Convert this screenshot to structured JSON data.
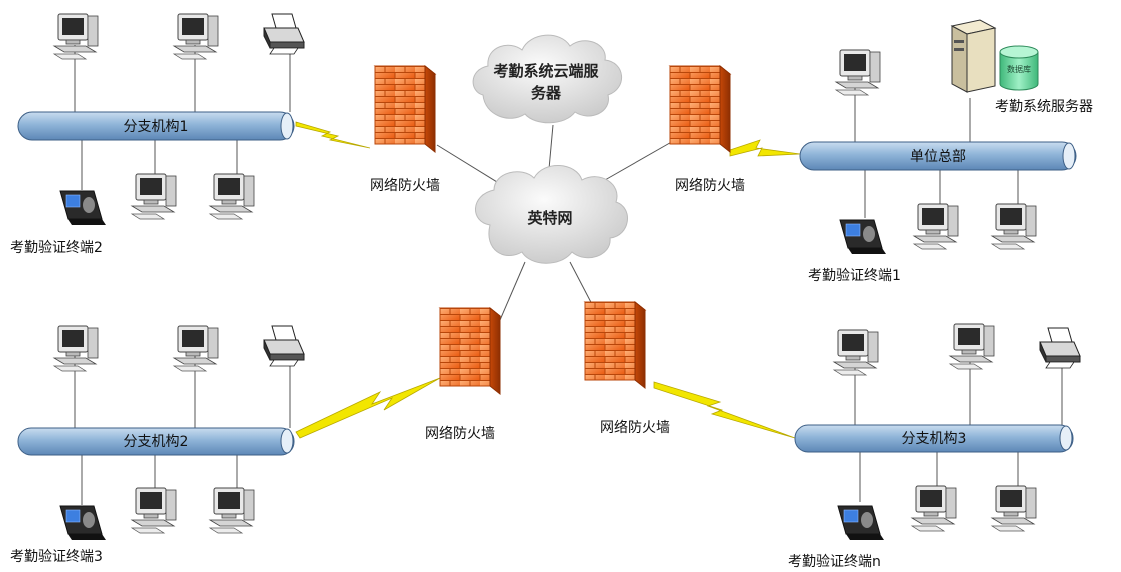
{
  "colors": {
    "bus": "#8fb4d8",
    "firewall": "#f26a1b",
    "cloud": "#d8d8d8",
    "bolt": "#f2e600",
    "database": "#6ed3a0"
  },
  "nodes": {
    "cloud_server": "考勤系统云端服务器",
    "internet": "英特网",
    "server_label": "考勤系统服务器",
    "database_label": "数据库"
  },
  "firewalls": [
    {
      "label": "网络防火墙"
    },
    {
      "label": "网络防火墙"
    },
    {
      "label": "网络防火墙"
    },
    {
      "label": "网络防火墙"
    }
  ],
  "buses": {
    "branch1": "分支机构1",
    "branch2": "分支机构2",
    "branch3": "分支机构3",
    "hq": "单位总部"
  },
  "terminals": {
    "branch1": "考勤验证终端2",
    "branch2": "考勤验证终端3",
    "branch3": "考勤验证终端n",
    "hq": "考勤验证终端1"
  },
  "icons": [
    "computer-icon",
    "printer-icon",
    "attendance-terminal-icon",
    "firewall-icon",
    "cloud-icon",
    "server-icon",
    "database-icon",
    "lightning-link-icon"
  ]
}
